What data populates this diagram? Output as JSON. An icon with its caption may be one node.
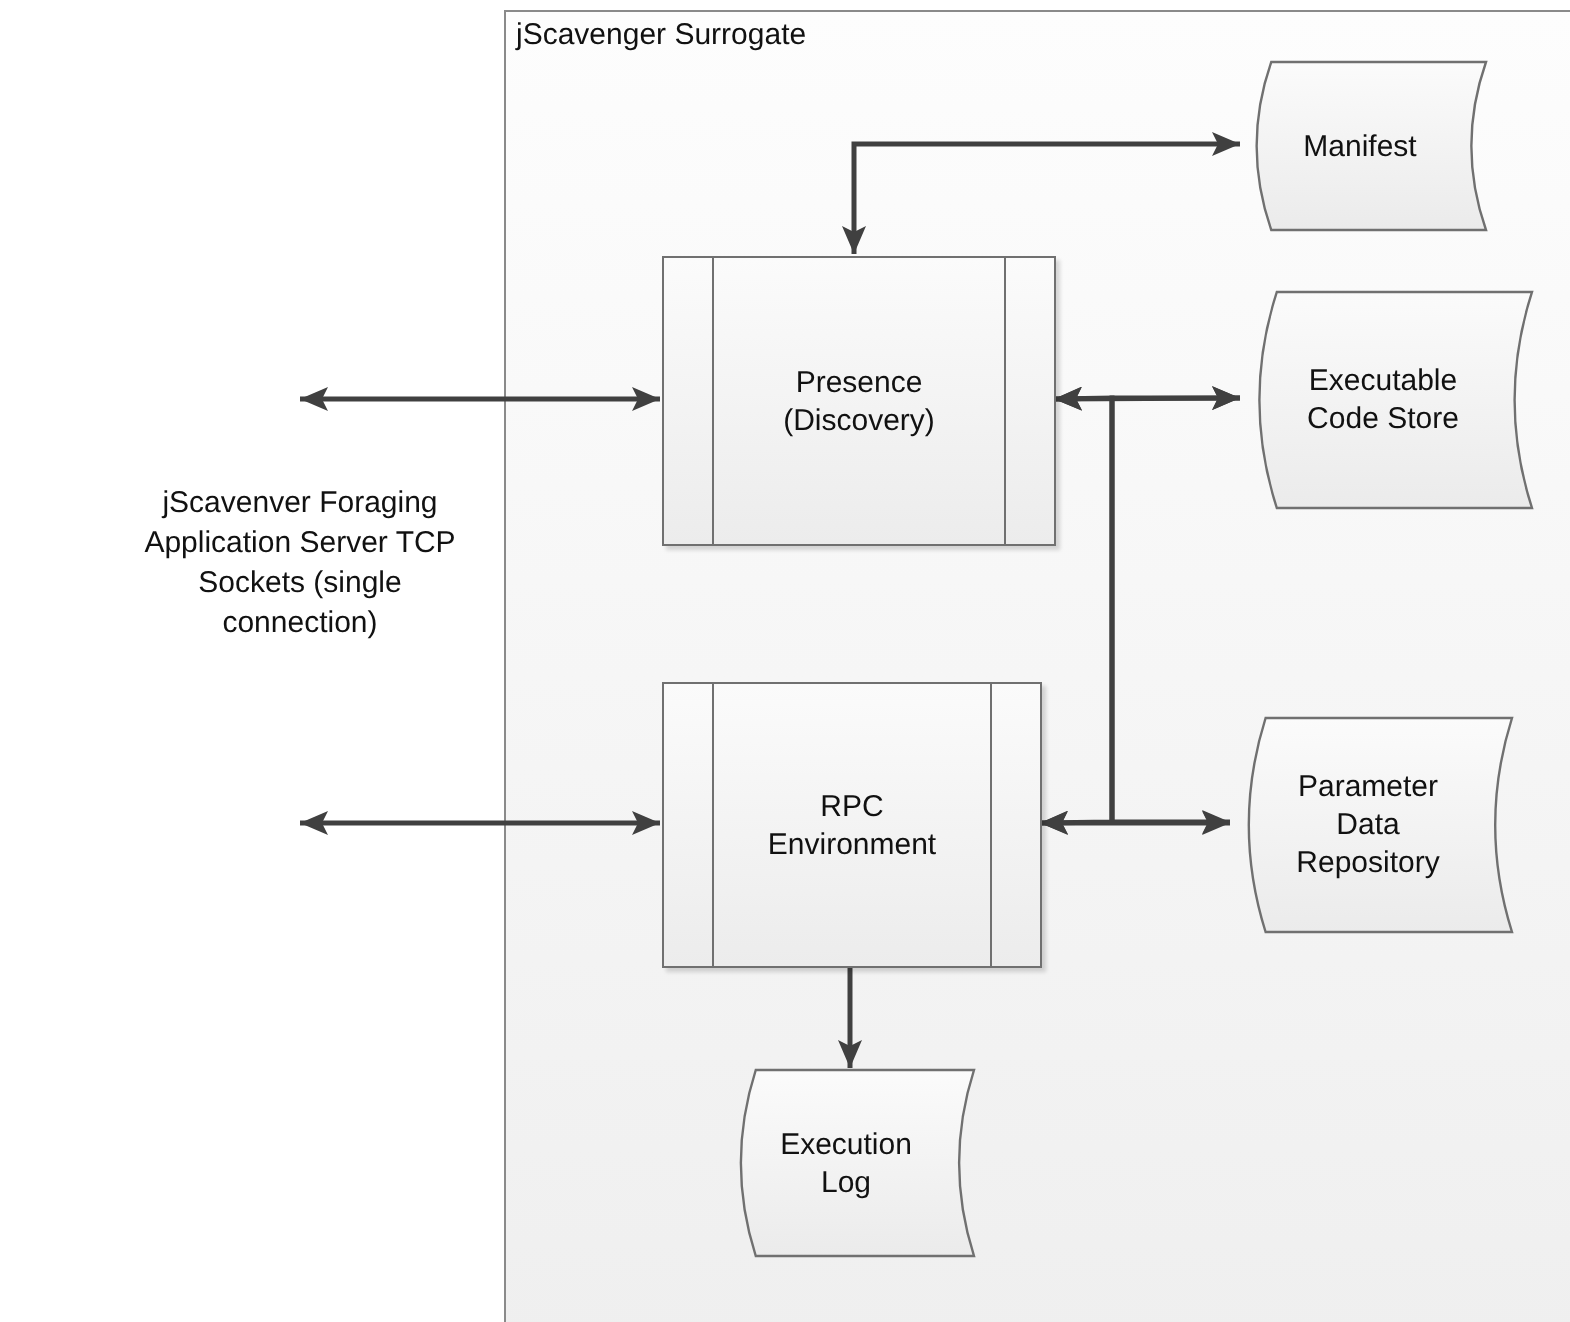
{
  "diagram": {
    "nodes": [
      {
        "text": [
          "jScavenger Surrogate"
        ]
      },
      {
        "text": [
          "Presence (Discovery)"
        ],
        "in": 0
      },
      {
        "text": [
          "Manifest"
        ],
        "in": 0
      },
      {
        "text": [
          "Executable Code Store"
        ],
        "in": 0
      },
      {
        "text": [
          "RPC Environment"
        ],
        "in": 0
      },
      {
        "text": [
          "Parameter Data Repository"
        ],
        "in": 0
      },
      {
        "text": [
          "Execution Log"
        ],
        "in": 0
      },
      {
        "text": [
          "jScavenver Foraging Application Server TCP Sockets (single connection)"
        ]
      }
    ],
    "edges": [
      {
        "from": null,
        "to": 1,
        "arrow": "both"
      },
      {
        "from": 1,
        "to": 2,
        "arrow": "both"
      },
      {
        "from": 1,
        "to": 3,
        "arrow": "both"
      },
      {
        "from": 1,
        "to": 5,
        "arrow": "both"
      },
      {
        "from": 4,
        "to": 3,
        "arrow": "both"
      },
      {
        "from": 4,
        "to": 5,
        "arrow": "both"
      },
      {
        "from": null,
        "to": 4,
        "arrow": "both"
      },
      {
        "from": 4,
        "to": 6,
        "arrow": "to"
      }
    ]
  }
}
